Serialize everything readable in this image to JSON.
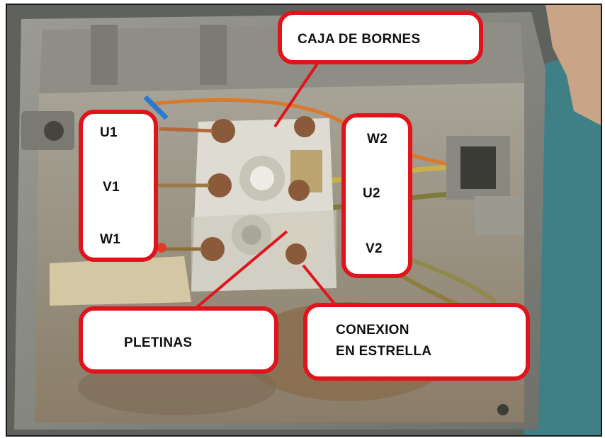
{
  "labels": {
    "caja": "CAJA DE BORNES",
    "u1": "U1",
    "v1": "V1",
    "w1": "W1",
    "w2": "W2",
    "u2": "U2",
    "v2": "V2",
    "pletinas": "PLETINAS",
    "conexion_line1": "CONEXION",
    "conexion_line2": "EN ESTRELLA"
  },
  "colors": {
    "callout_border": "#e0141c",
    "callout_fill": "#ffffff",
    "pointer_line": "#e0141c"
  }
}
